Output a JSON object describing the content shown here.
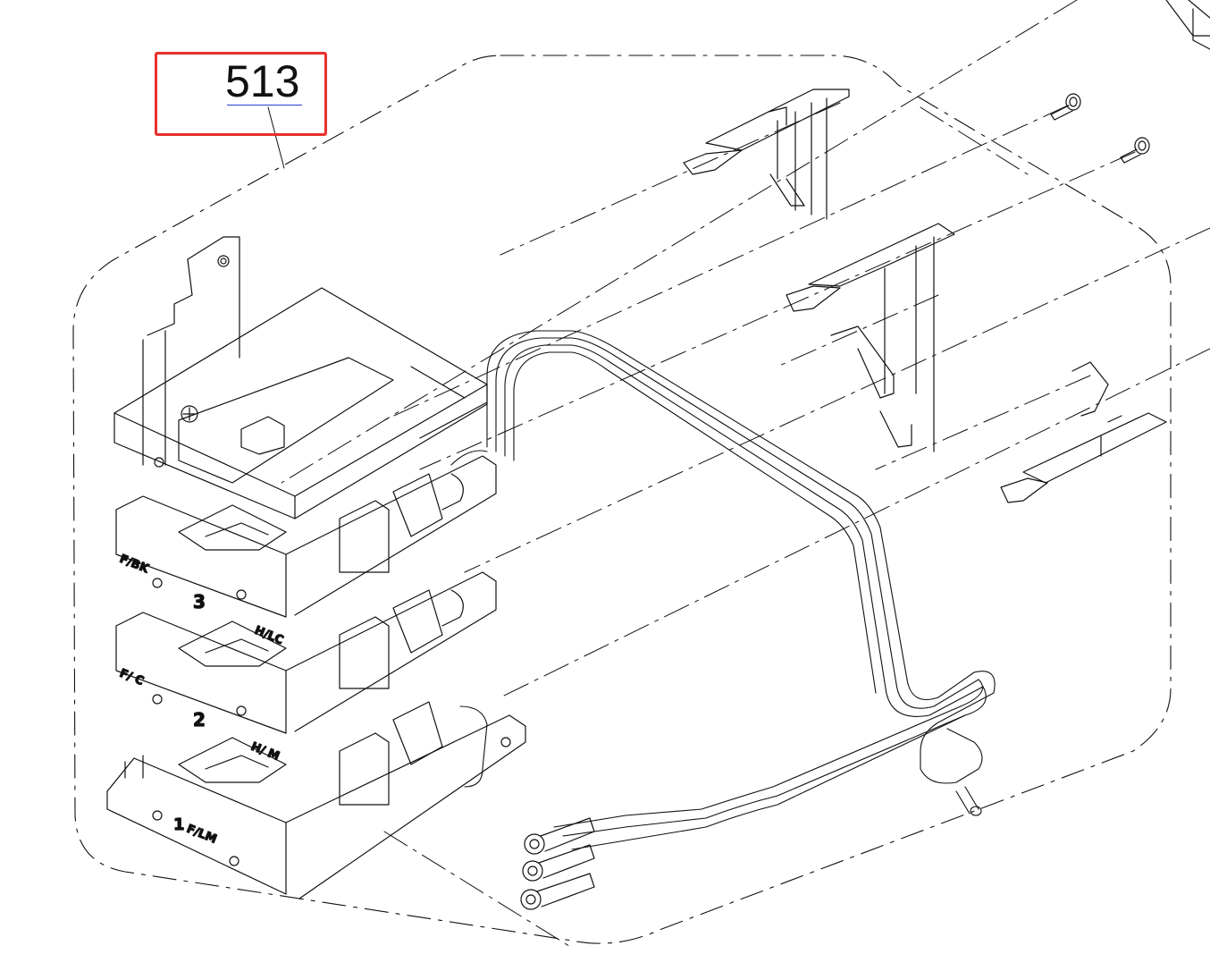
{
  "callout": {
    "part_number": "513",
    "highlight_color": "#e8302d",
    "underline_color": "#2a3fd0"
  },
  "labels": {
    "slot3_left": "F/BK",
    "slot3_num": "3",
    "slot3_right": "H/LC",
    "slot2_left": "F/ C",
    "slot2_num": "2",
    "slot2_right": "H/ M",
    "slot1_num": "1",
    "slot1_right": "F/LM"
  }
}
